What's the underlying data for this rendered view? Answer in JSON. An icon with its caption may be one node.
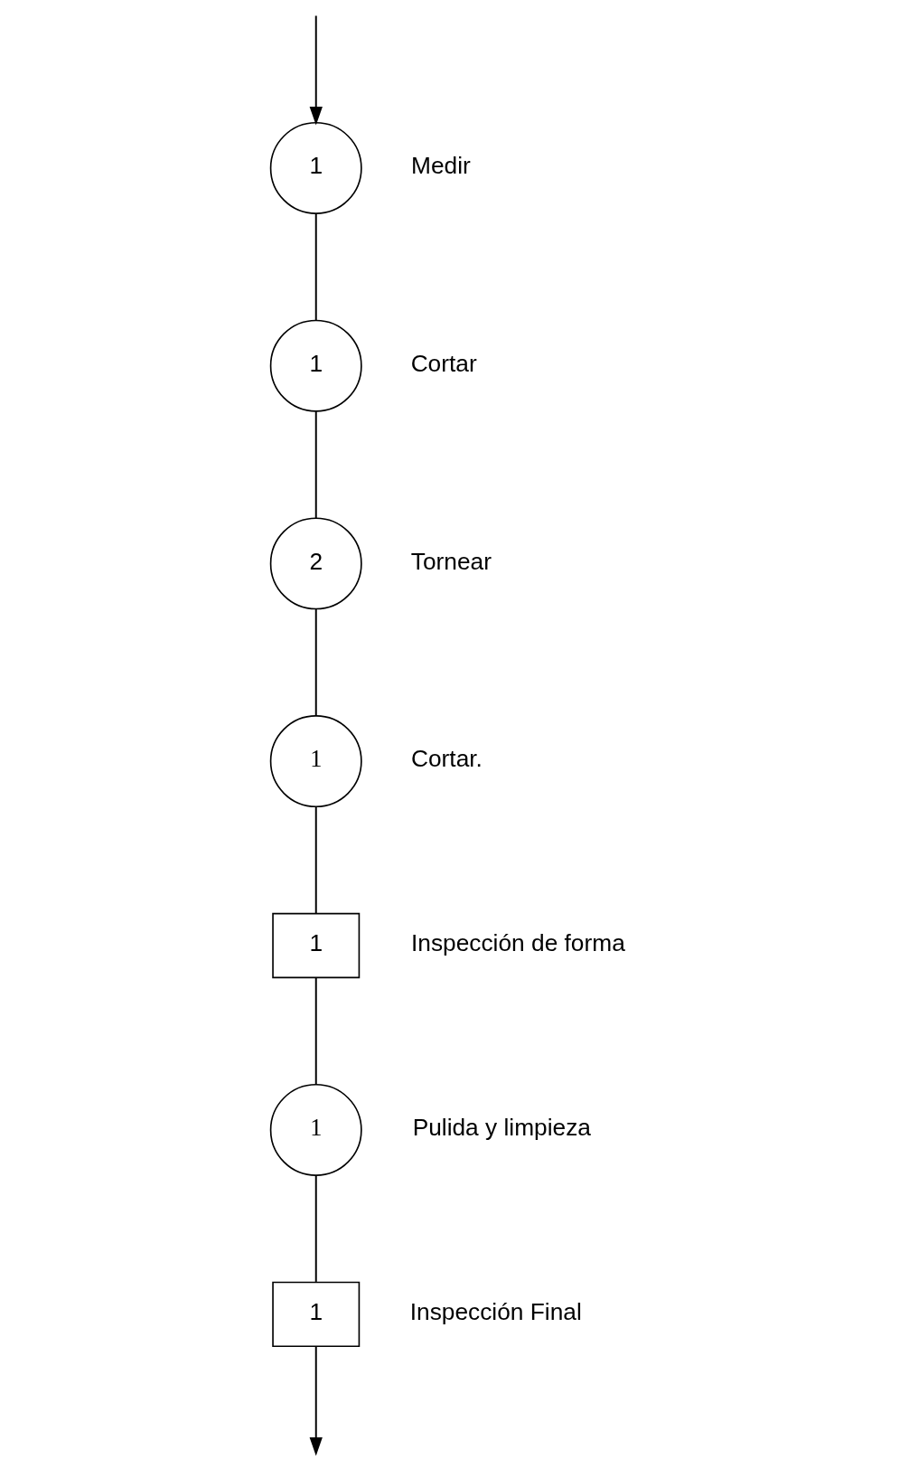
{
  "diagram": {
    "nodes": [
      {
        "text": [
          "1"
        ],
        "beside": [
          "Medir"
        ]
      },
      {
        "text": [
          "1"
        ],
        "beside": [
          "Cortar"
        ]
      },
      {
        "text": [
          "2"
        ],
        "beside": [
          "Tornear"
        ]
      },
      {
        "text": [
          "1"
        ],
        "beside": [
          "Cortar."
        ]
      },
      {
        "text": [
          "1"
        ],
        "beside": [
          "Inspección de forma"
        ]
      },
      {
        "text": [
          "1"
        ],
        "beside": [
          "Pulida y limpieza"
        ]
      },
      {
        "text": [
          "1"
        ],
        "beside": [
          "Inspección Final"
        ]
      }
    ],
    "edges": [
      {
        "from": null,
        "to": 0,
        "arrow": "to"
      },
      {
        "from": 0,
        "to": 1,
        "arrow": "none"
      },
      {
        "from": 1,
        "to": 2,
        "arrow": "none"
      },
      {
        "from": 2,
        "to": 3,
        "arrow": "none"
      },
      {
        "from": 3,
        "to": 4,
        "arrow": "none"
      },
      {
        "from": 4,
        "to": 5,
        "arrow": "none"
      },
      {
        "from": 5,
        "to": 6,
        "arrow": "none"
      },
      {
        "from": 6,
        "to": null,
        "arrow": "to"
      }
    ]
  }
}
